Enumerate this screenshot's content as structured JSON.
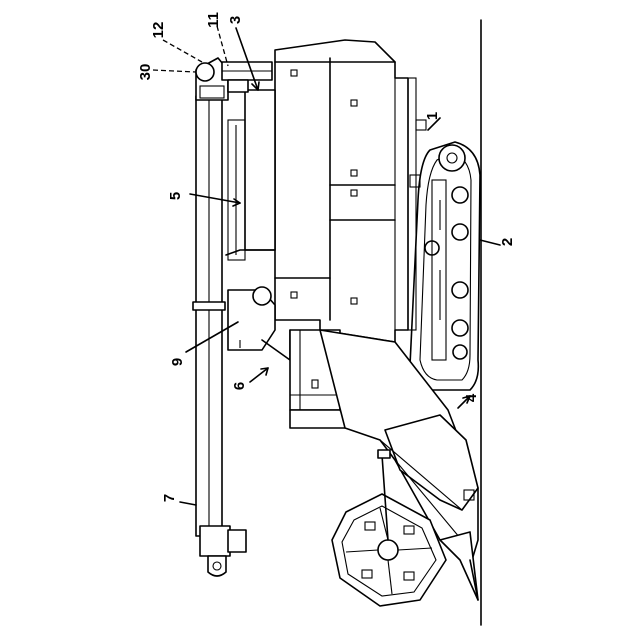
{
  "labels": {
    "l1": "1",
    "l2": "2",
    "l3": "3",
    "l4": "4",
    "l5": "5",
    "l6": "6",
    "l7": "7",
    "l9": "9",
    "l11": "11",
    "l12": "12",
    "l30": "30"
  }
}
